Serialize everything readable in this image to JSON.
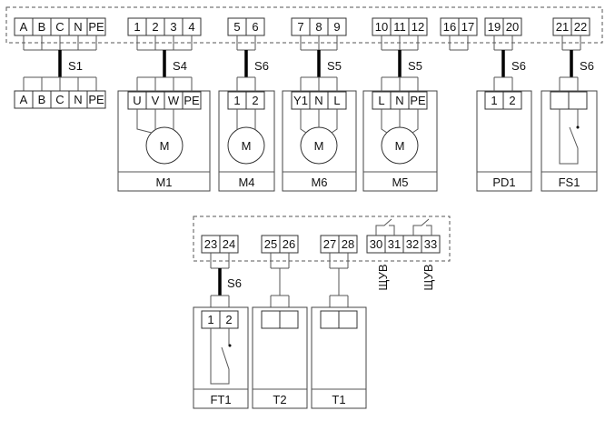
{
  "top_strip": {
    "groups": [
      [
        "A",
        "B",
        "C",
        "N",
        "PE"
      ],
      [
        "1",
        "2",
        "3",
        "4"
      ],
      [
        "5",
        "6"
      ],
      [
        "7",
        "8",
        "9"
      ],
      [
        "10",
        "11",
        "12"
      ],
      [
        "16",
        "17"
      ],
      [
        "19",
        "20"
      ],
      [
        "21",
        "22"
      ]
    ]
  },
  "top_cables": [
    "S1",
    "S4",
    "S6",
    "S5",
    "S5",
    "",
    "S6",
    "S6"
  ],
  "top_devices": [
    {
      "label": "",
      "terminals": [
        "A",
        "B",
        "C",
        "N",
        "PE"
      ],
      "motor": ""
    },
    {
      "label": "M1",
      "terminals": [
        "U",
        "V",
        "W",
        "PE"
      ],
      "motor": "M"
    },
    {
      "label": "M4",
      "terminals": [
        "1",
        "2"
      ],
      "motor": "M"
    },
    {
      "label": "M6",
      "terminals": [
        "Y1",
        "N",
        "L"
      ],
      "motor": "M"
    },
    {
      "label": "M5",
      "terminals": [
        "L",
        "N",
        "PE"
      ],
      "motor": "M"
    },
    null,
    {
      "label": "PD1",
      "terminals": [
        "1",
        "2"
      ],
      "motor": ""
    },
    {
      "label": "FS1",
      "terminals": [
        "",
        ""
      ],
      "motor": "",
      "switch": true
    }
  ],
  "bottom_strip": {
    "groups": [
      [
        "23",
        "24"
      ],
      [
        "25",
        "26"
      ],
      [
        "27",
        "28"
      ],
      [
        "30",
        "31",
        "32",
        "33"
      ]
    ]
  },
  "bottom_cables": [
    "S6",
    "",
    ""
  ],
  "bottom_devices": [
    {
      "label": "FT1",
      "terminals": [
        "1",
        "2"
      ],
      "switch": true
    },
    {
      "label": "T2",
      "terminals": [
        "",
        ""
      ]
    },
    {
      "label": "T1",
      "terminals": [
        "",
        ""
      ]
    }
  ],
  "shuv_labels": [
    "ЩУВ",
    "ЩУВ"
  ]
}
